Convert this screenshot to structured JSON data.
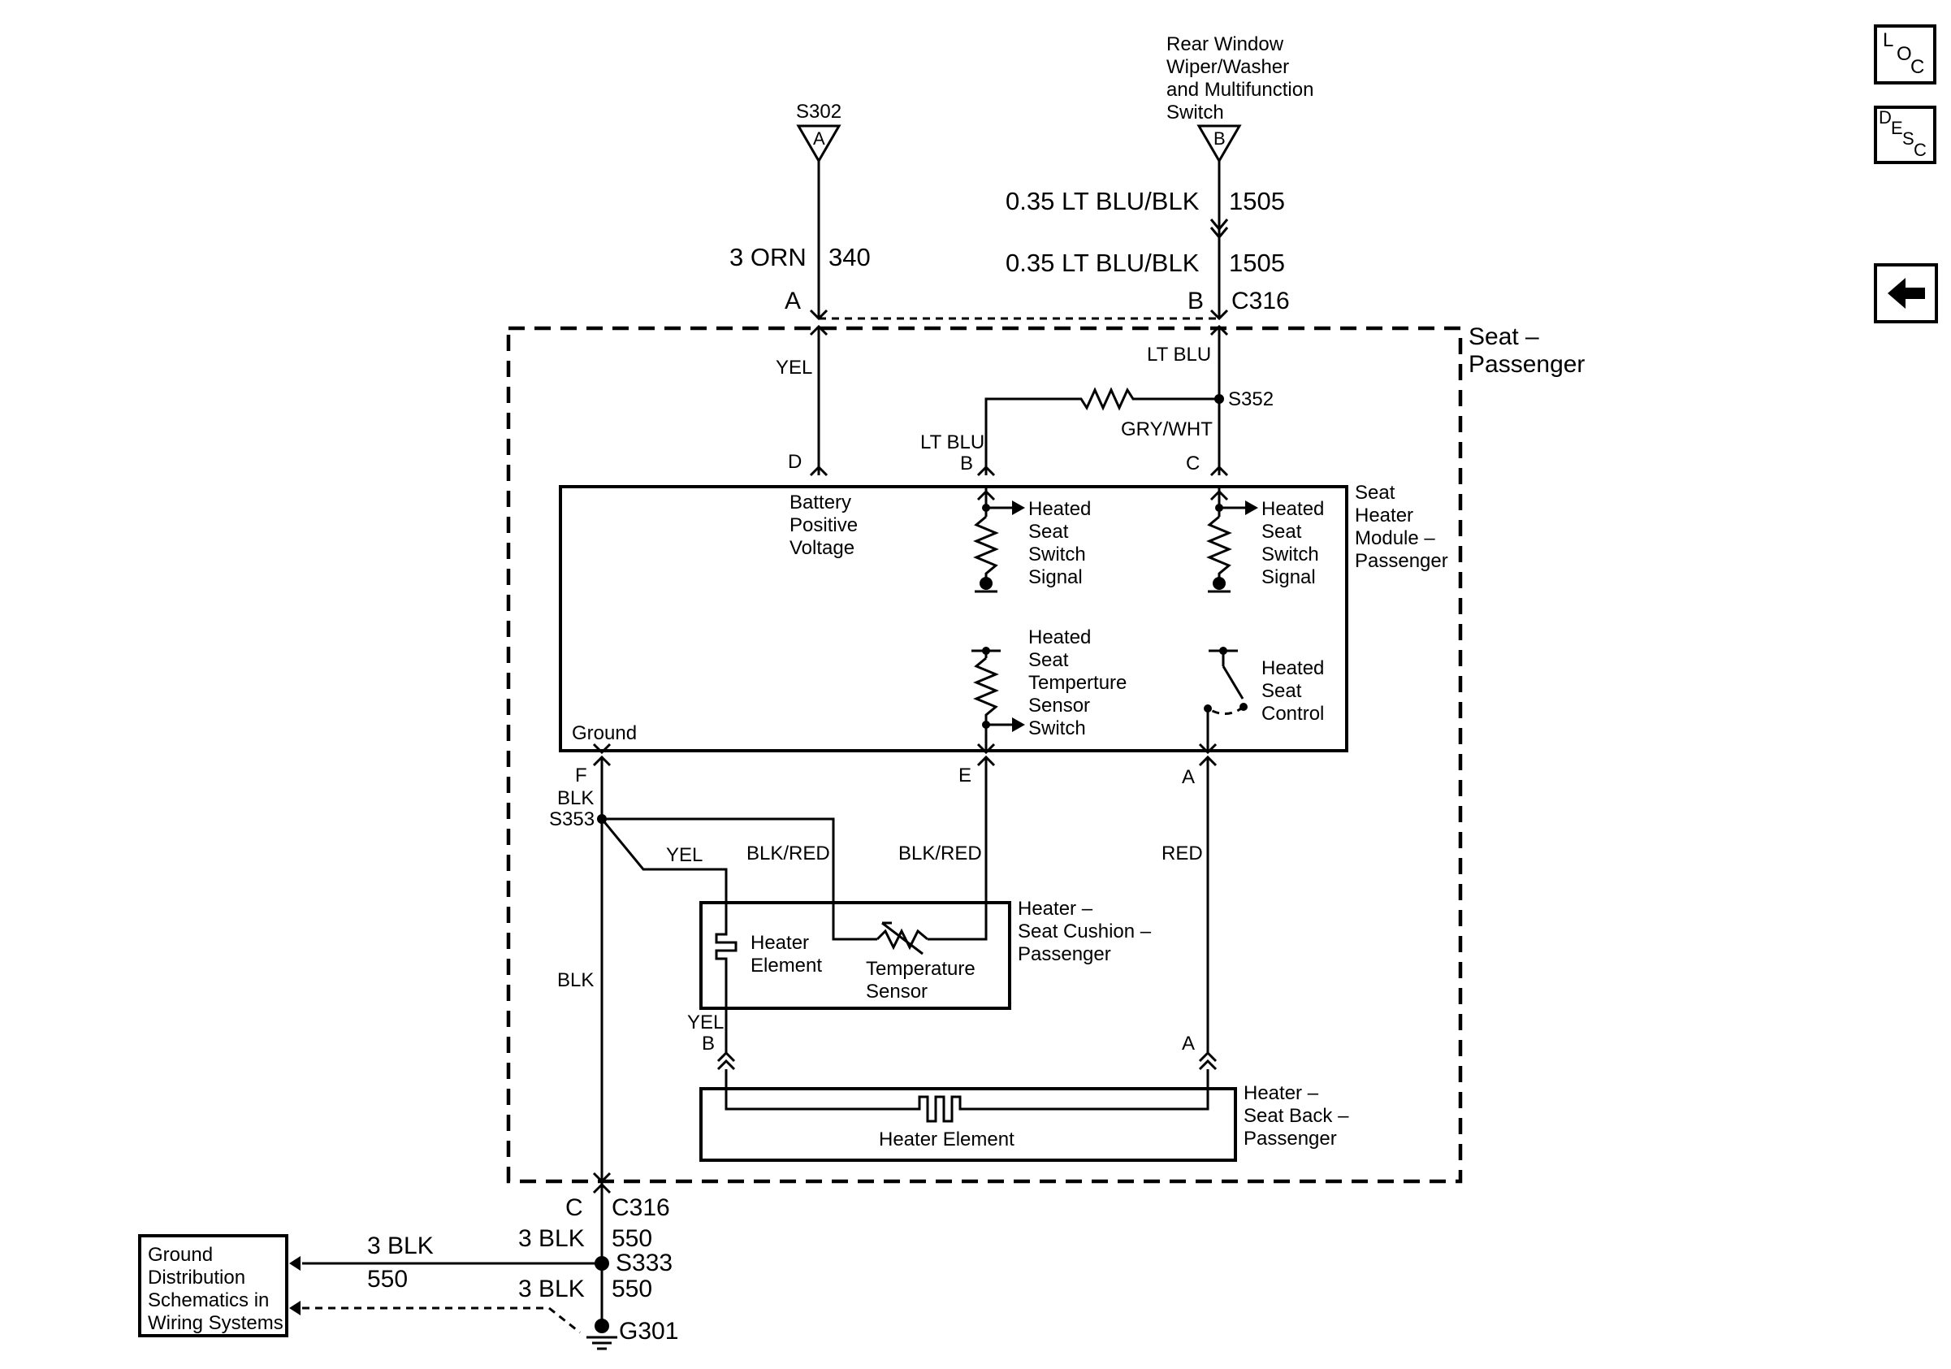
{
  "nav": {
    "loc": [
      "L",
      "O",
      "C"
    ],
    "desc": [
      "D",
      "E",
      "S",
      "C"
    ]
  },
  "icons": {
    "back_button": "left-arrow-icon"
  },
  "top": {
    "s302": "S302",
    "s302_pin": "A",
    "rear_switch": [
      "Rear Window",
      "Wiper/Washer",
      "and Multifunction",
      "Switch"
    ],
    "rear_switch_pin": "B",
    "wire_orn_size": "3 ORN",
    "wire_orn_circuit": "340",
    "wire_lt_blu_upper": "0.35 LT BLU/BLK",
    "wire_lt_blu_upper_circuit": "1505",
    "wire_lt_blu_lower": "0.35 LT BLU/BLK",
    "wire_lt_blu_lower_circuit": "1505",
    "c316_pin_a": "A",
    "c316_pin_b": "B",
    "c316": "C316"
  },
  "seat_box": {
    "label": [
      "Seat –",
      "Passenger"
    ],
    "yel": "YEL",
    "lt_blu_top": "LT BLU",
    "s352": "S352",
    "lt_blu_left": "LT BLU",
    "gry_wht": "GRY/WHT",
    "pin_d": "D",
    "pin_b": "B",
    "pin_c": "C"
  },
  "module": {
    "label": [
      "Seat",
      "Heater",
      "Module –",
      "Passenger"
    ],
    "battery": [
      "Battery",
      "Positive",
      "Voltage"
    ],
    "switch_signal_1": [
      "Heated",
      "Seat",
      "Switch",
      "Signal"
    ],
    "switch_signal_2": [
      "Heated",
      "Seat",
      "Switch",
      "Signal"
    ],
    "temp_switch": [
      "Heated",
      "Seat",
      "Temperture",
      "Sensor",
      "Switch"
    ],
    "control": [
      "Heated",
      "Seat",
      "Control"
    ],
    "ground": "Ground"
  },
  "lower": {
    "pin_f": "F",
    "blk_1": "BLK",
    "s353": "S353",
    "yel": "YEL",
    "blk_red_1": "BLK/RED",
    "blk_red_2": "BLK/RED",
    "red": "RED",
    "pin_e": "E",
    "pin_a": "A",
    "blk_2": "BLK",
    "yel_b": "YEL",
    "pin_b": "B",
    "pin_a2": "A"
  },
  "cushion": {
    "label": [
      "Heater –",
      "Seat Cushion –",
      "Passenger"
    ],
    "element": [
      "Heater",
      "Element"
    ],
    "sensor": [
      "Temperature",
      "Sensor"
    ]
  },
  "back": {
    "label": [
      "Heater –",
      "Seat Back –",
      "Passenger"
    ],
    "element": "Heater Element"
  },
  "bottom": {
    "pin_c": "C",
    "c316": "C316",
    "wire_1": "3 BLK",
    "circuit_1": "550",
    "s333": "S333",
    "wire_left": "3 BLK",
    "circuit_left": "550",
    "wire_2": "3 BLK",
    "circuit_2": "550",
    "g301": "G301",
    "ground_box": [
      "Ground",
      "Distribution",
      "Schematics in",
      "Wiring Systems"
    ]
  }
}
